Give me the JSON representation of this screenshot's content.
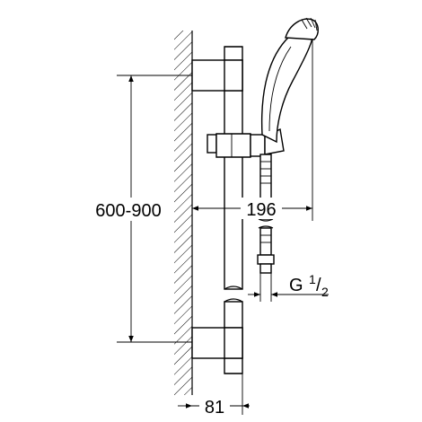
{
  "dimensions": {
    "height_range": "600-900",
    "head_offset": "196",
    "wall_distance": "81",
    "thread_main": "G ",
    "thread_num": "1",
    "thread_slash": "/",
    "thread_den": "2"
  },
  "colors": {
    "line": "#000000",
    "background": "#ffffff"
  }
}
